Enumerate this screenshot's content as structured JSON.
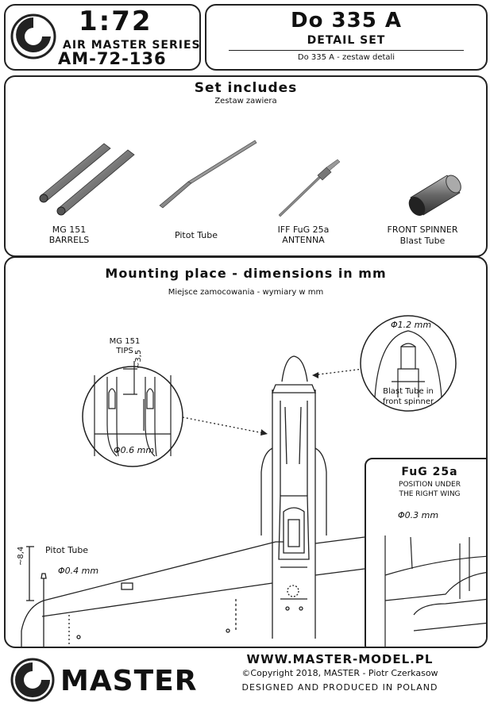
{
  "header": {
    "scale": "1:72",
    "series": "AIR MASTER SERIES",
    "code": "AM-72-136",
    "product": "Do 335 A",
    "detail": "DETAIL SET",
    "subtitle_pl": "Do 335 A - zestaw detali"
  },
  "set_includes": {
    "title": "Set includes",
    "subtitle_pl": "Zestaw zawiera",
    "parts": [
      {
        "line1": "MG 151",
        "line2": "BARRELS"
      },
      {
        "line1": "Pitot Tube",
        "line2": ""
      },
      {
        "line1": "IFF FuG 25a",
        "line2": "ANTENNA"
      },
      {
        "line1": "FRONT SPINNER",
        "line2": "Blast Tube"
      }
    ]
  },
  "mounting": {
    "title": "Mounting place - dimensions in mm",
    "subtitle_pl": "Miejsce zamocowania - wymiary w mm",
    "mg_tips_line1": "MG 151",
    "mg_tips_line2": "TIPS",
    "mg_dim_length": "~3,5",
    "mg_dim_diameter": "Φ0.6 mm",
    "blast_dim": "Φ1.2 mm",
    "blast_label_1": "Blast Tube in",
    "blast_label_2": "front spinner",
    "pitot_label": "Pitot Tube",
    "pitot_dim_length": "~8,4",
    "pitot_dim_diameter": "Φ0.4 mm",
    "fug_title": "FuG 25a",
    "fug_sub_1": "POSITION UNDER",
    "fug_sub_2": "THE RIGHT WING",
    "fug_dim": "Φ0.3 mm"
  },
  "footer": {
    "brand": "MASTER",
    "website": "WWW.MASTER-MODEL.PL",
    "copyright": "©Copyright 2018, MASTER - Piotr Czerkasow",
    "produced": "DESIGNED AND PRODUCED IN POLAND"
  }
}
